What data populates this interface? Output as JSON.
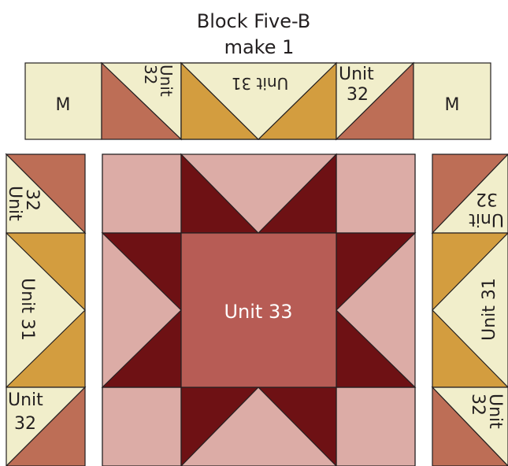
{
  "title": {
    "line1": "Block Five-B",
    "line2": "make 1"
  },
  "labels": {
    "m": "M",
    "unit31": "Unit 31",
    "unit32_word": "Unit",
    "unit32_num": "32",
    "unit33": "Unit 33"
  },
  "colors": {
    "cream": "#f1eecb",
    "rust": "#bd6e56",
    "gold": "#d39d3f",
    "pink": "#dcaca6",
    "dark_red": "#6e1114",
    "center": "#b75c55",
    "outline": "#231f20"
  }
}
